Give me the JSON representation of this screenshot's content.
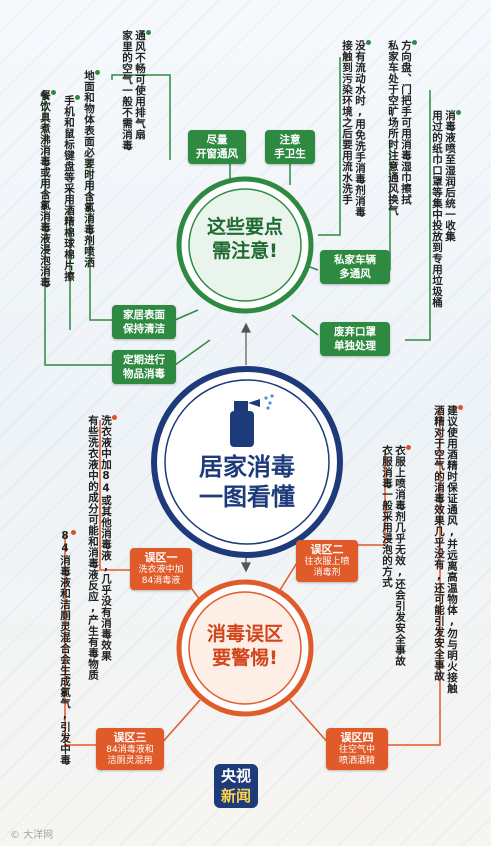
{
  "top_circle": {
    "line1": "这些要点",
    "line2": "需注意!"
  },
  "center_circle": {
    "line1": "居家消毒",
    "line2": "一图看懂"
  },
  "bottom_circle": {
    "line1": "消毒误区",
    "line2": "要警惕!"
  },
  "green_boxes": {
    "ventilation": "尽量\n开窗通风",
    "hygiene": "注意\n手卫生",
    "home_surface": "家居表面\n保持清洁",
    "disinfect_items": "定期进行\n物品消毒",
    "car": "私家车辆\n多通风",
    "mask": "废弃口罩\n单独处理"
  },
  "green_notes": {
    "ventilation_note": "通风不畅可使用排气扇\n家里的空气一般不需消毒",
    "hygiene_note": "没有流动水时,用免洗手消毒剂消毒\n接触到污染环境之后要用流水洗手",
    "floor_note": "地面和物体表面必要时用含氯消毒剂喷洒",
    "keyboard_note": "手机和鼠标键盘等采用酒精棉球棉片擦",
    "dishes_note": "餐饮具煮沸消毒或用含氯消毒液浸泡消毒",
    "car_note": "方向盘、门把手可用消毒湿巾擦拭\n私家车处于空旷场所时注意通风换气",
    "mask_note": "消毒液喷至湿润后统一收集\n用过的纸巾口罩等集中投放到专用垃圾桶"
  },
  "myths": {
    "m1": {
      "title": "误区一",
      "sub": "洗衣液中加\n84消毒液"
    },
    "m2": {
      "title": "误区二",
      "sub": "往衣服上喷\n消毒剂"
    },
    "m3": {
      "title": "误区三",
      "sub": "84消毒液和\n洁厕灵混用"
    },
    "m4": {
      "title": "误区四",
      "sub": "往空气中\n喷洒酒精"
    }
  },
  "myth_notes": {
    "m1_note": "洗衣液中加84或其他消毒液,几乎没有消毒效果\n有些洗衣液中的成分可能和消毒液反应,产生有毒物质",
    "m2_note": "衣服上喷消毒剂几乎无效,还会引发安全事故\n衣服消毒一般采用浸泡的方式",
    "m3_note": "84消毒液和洁厕灵混合会生成氯气,引发中毒",
    "m4_note": "建议使用酒精时保证通风,并远离高温物体,勿与明火接触\n酒精对于空气的消毒效果几乎没有,还可能引发安全事故"
  },
  "logo": {
    "line1": "央视",
    "line2": "新闻"
  },
  "watermark": "© 大洋网",
  "colors": {
    "green": "#2e8a41",
    "orange": "#e05a2a",
    "navy": "#1d3a7a"
  }
}
